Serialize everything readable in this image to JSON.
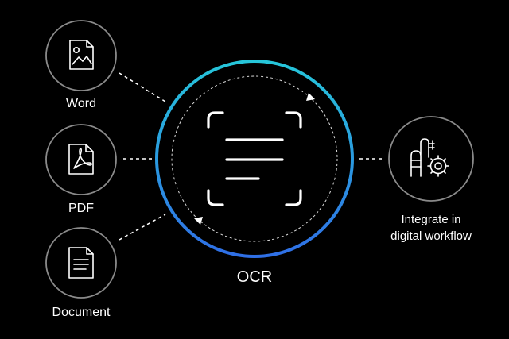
{
  "inputs": [
    {
      "label": "Word",
      "icon": "image-file-icon"
    },
    {
      "label": "PDF",
      "icon": "pdf-file-icon"
    },
    {
      "label": "Document",
      "icon": "document-file-icon"
    }
  ],
  "center": {
    "label": "OCR",
    "icon": "scan-text-icon"
  },
  "output": {
    "label_lines": [
      "Integrate in",
      "digital workflow"
    ],
    "icon": "factory-gear-icon"
  },
  "colors": {
    "background": "#000000",
    "foreground": "#ffffff",
    "node_ring": "#8a8a8a",
    "ocr_ring_top": "#26c6da",
    "ocr_ring_bottom": "#2f6fe6"
  }
}
